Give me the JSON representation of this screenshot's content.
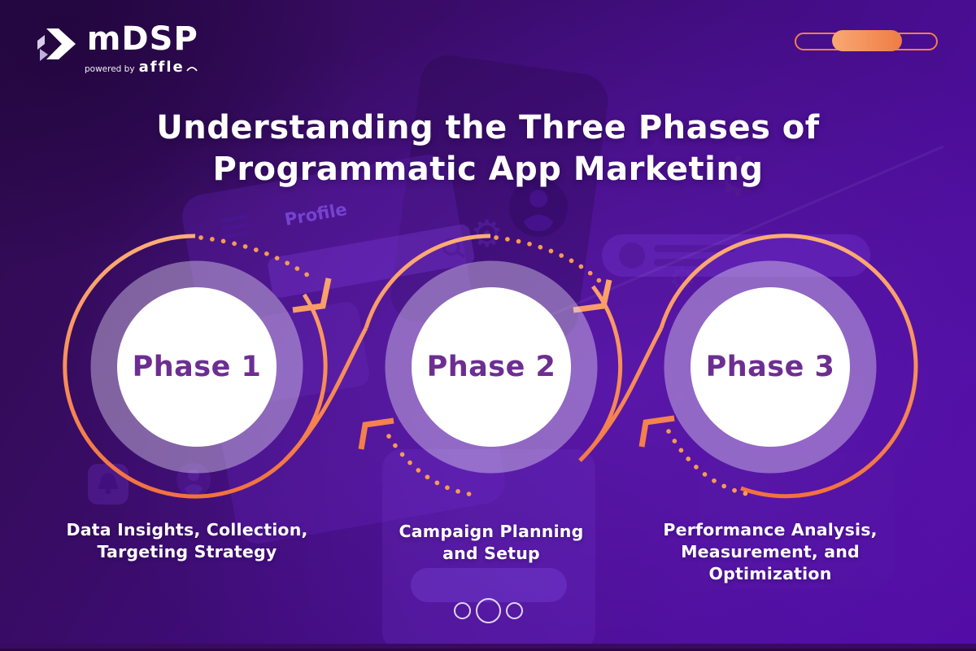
{
  "logo": {
    "brand": "mDSP",
    "tagline_prefix": "powered by",
    "tagline_brand": "affle"
  },
  "title": "Understanding the Three Phases of\nProgrammatic App Marketing",
  "phases": [
    {
      "label": "Phase 1",
      "description": "Data Insights, Collection,\nTargeting Strategy"
    },
    {
      "label": "Phase 2",
      "description": "Campaign Planning\nand Setup"
    },
    {
      "label": "Phase 3",
      "description": "Performance Analysis,\nMeasurement, and\nOptimization"
    }
  ],
  "background": {
    "profile_label": "Profile"
  },
  "pagination": {
    "dots": 3,
    "active_index": 1
  },
  "colors": {
    "accent_orange": "#F4793B",
    "accent_orange_light": "#FFB47E",
    "background_purple": "#450C86",
    "phase_label_purple": "#6D2E91",
    "ring_lavender": "#E4DCF2",
    "circle_white": "#FFFFFF"
  }
}
